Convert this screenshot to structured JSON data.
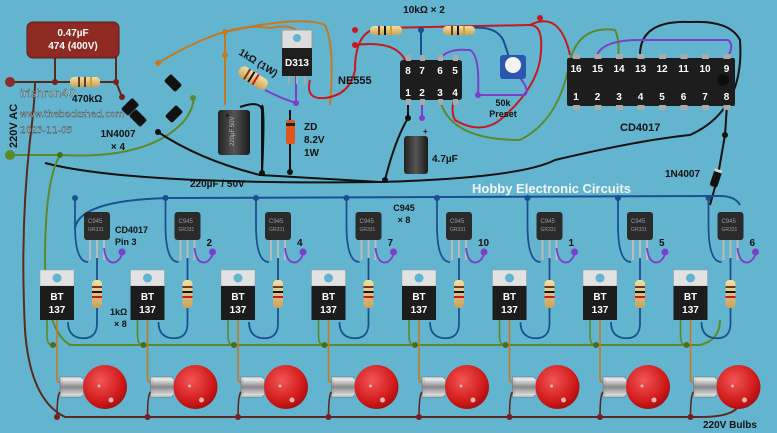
{
  "input": {
    "label": "220V AC"
  },
  "watermark": {
    "user": "irishron40",
    "site": "www.thebackshed.com",
    "date": "2023-11-05"
  },
  "components": {
    "cap_x2": {
      "value": "0.47µF",
      "code": "474 (400V)"
    },
    "bleed_resistor": {
      "value": "470kΩ"
    },
    "bridge": {
      "part": "1N4007",
      "qty": "× 4"
    },
    "series_resistor": {
      "value": "1kΩ (1W)"
    },
    "regulator": {
      "part": "D313"
    },
    "zener": {
      "line1": "ZD",
      "line2": "8.2V",
      "line3": "1W"
    },
    "filter_cap": {
      "value": "220µF / 50V",
      "print": "220µF 50V"
    },
    "timer_resistors": {
      "value": "10kΩ × 2"
    },
    "timer": {
      "part": "NE555",
      "top_pins": [
        "8",
        "7",
        "6",
        "5"
      ],
      "bottom_pins": [
        "1",
        "2",
        "3",
        "4"
      ]
    },
    "preset": {
      "line1": "50k",
      "line2": "Preset"
    },
    "timing_cap": {
      "value": "4.7µF"
    },
    "counter": {
      "part": "CD4017",
      "top_pins": [
        "16",
        "15",
        "14",
        "13",
        "12",
        "11",
        "10",
        "9"
      ],
      "bottom_pins": [
        "1",
        "2",
        "3",
        "4",
        "5",
        "6",
        "7",
        "8"
      ]
    },
    "reset_diode": {
      "part": "1N4007"
    },
    "transistors": {
      "part": "C945",
      "qty": "× 8",
      "marking1": "C945",
      "marking2": "GR331"
    },
    "gate_resistors": {
      "value": "1kΩ",
      "qty": "× 8"
    },
    "triacs": {
      "line1": "BT",
      "line2": "137"
    },
    "bulbs": {
      "label": "220V Bulbs"
    }
  },
  "channels": [
    {
      "pin_label": "CD4017",
      "pin_label2": "Pin 3"
    },
    {
      "pin_label": "2"
    },
    {
      "pin_label": "4"
    },
    {
      "pin_label": "7"
    },
    {
      "pin_label": "10"
    },
    {
      "pin_label": "1"
    },
    {
      "pin_label": "5"
    },
    {
      "pin_label": "6"
    }
  ],
  "title": "Hobby Electronic Circuits",
  "colors": {
    "background": "#63b5cf",
    "wire_red": "#c8171f",
    "wire_black": "#111111",
    "wire_purple": "#7b3fc9",
    "wire_blue": "#1b4f8f",
    "wire_green": "#5c8a2a",
    "wire_orange": "#c47a22",
    "wire_brown": "#5a2a1e",
    "bulb": "#d51f1f",
    "cap_body": "#8e2a22"
  }
}
